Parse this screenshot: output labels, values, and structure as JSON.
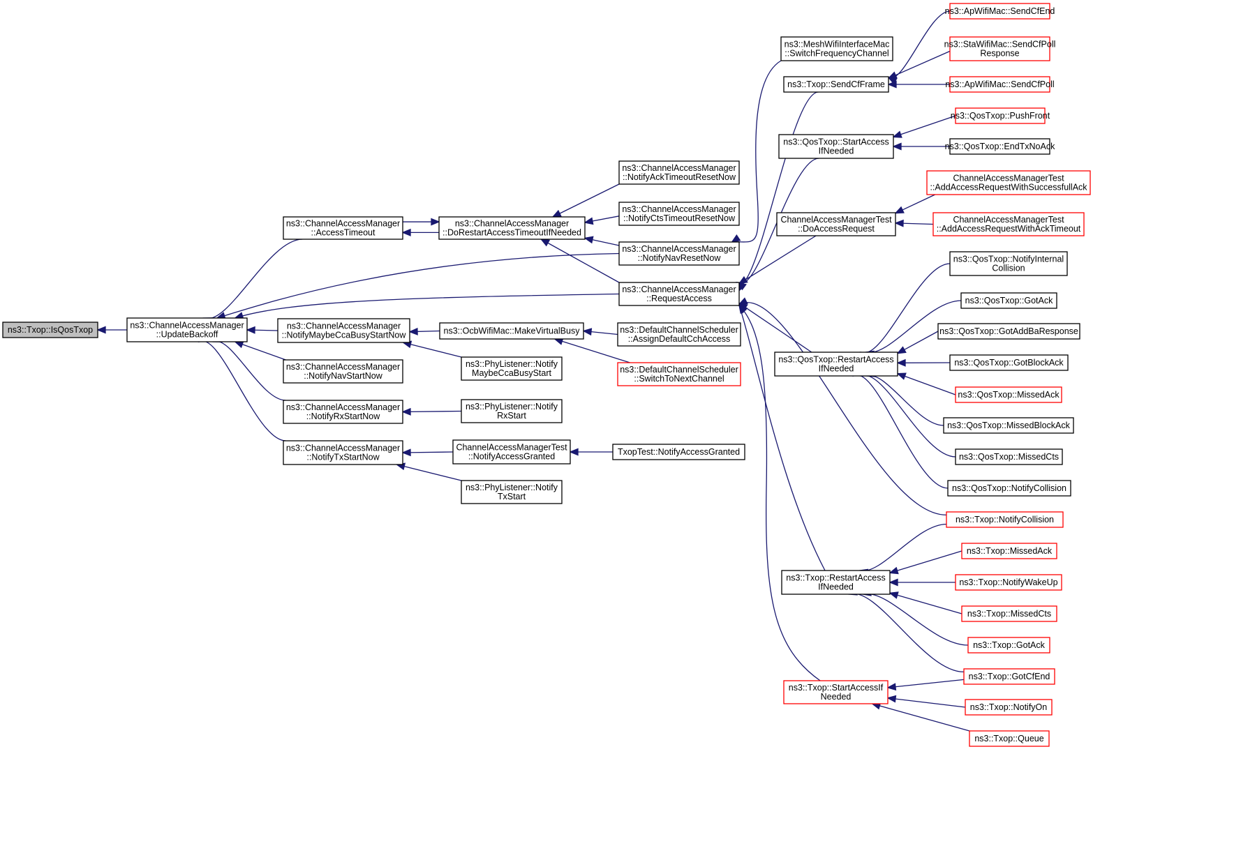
{
  "colors": {
    "edge": "#191970",
    "border_default": "#000000",
    "border_red": "#ff0000",
    "fill_default": "#ffffff",
    "fill_root": "#bfbfbf"
  },
  "nodes": [
    {
      "id": "root",
      "lines": [
        "ns3::Txop::IsQosTxop"
      ],
      "style": "root"
    },
    {
      "id": "updateBackoff",
      "lines": [
        "ns3::ChannelAccessManager",
        "::UpdateBackoff"
      ],
      "style": "default"
    },
    {
      "id": "accessTimeout",
      "lines": [
        "ns3::ChannelAccessManager",
        "::AccessTimeout"
      ],
      "style": "default"
    },
    {
      "id": "notifyMaybeCca",
      "lines": [
        "ns3::ChannelAccessManager",
        "::NotifyMaybeCcaBusyStartNow"
      ],
      "style": "default"
    },
    {
      "id": "notifyNavStart",
      "lines": [
        "ns3::ChannelAccessManager",
        "::NotifyNavStartNow"
      ],
      "style": "default"
    },
    {
      "id": "notifyRxStart",
      "lines": [
        "ns3::ChannelAccessManager",
        "::NotifyRxStartNow"
      ],
      "style": "default"
    },
    {
      "id": "notifyTxStart",
      "lines": [
        "ns3::ChannelAccessManager",
        "::NotifyTxStartNow"
      ],
      "style": "default"
    },
    {
      "id": "doRestart",
      "lines": [
        "ns3::ChannelAccessManager",
        "::DoRestartAccessTimeoutIfNeeded"
      ],
      "style": "default"
    },
    {
      "id": "ocbVirtualBusy",
      "lines": [
        "ns3::OcbWifiMac::MakeVirtualBusy"
      ],
      "style": "default"
    },
    {
      "id": "phyMaybeCca",
      "lines": [
        "ns3::PhyListener::Notify",
        "MaybeCcaBusyStart"
      ],
      "style": "default"
    },
    {
      "id": "phyRxStart",
      "lines": [
        "ns3::PhyListener::Notify",
        "RxStart"
      ],
      "style": "default"
    },
    {
      "id": "camtNotifyGranted",
      "lines": [
        "ChannelAccessManagerTest",
        "::NotifyAccessGranted"
      ],
      "style": "default"
    },
    {
      "id": "phyTxStart",
      "lines": [
        "ns3::PhyListener::Notify",
        "TxStart"
      ],
      "style": "default"
    },
    {
      "id": "notifyAckTimeout",
      "lines": [
        "ns3::ChannelAccessManager",
        "::NotifyAckTimeoutResetNow"
      ],
      "style": "default"
    },
    {
      "id": "notifyCtsTimeout",
      "lines": [
        "ns3::ChannelAccessManager",
        "::NotifyCtsTimeoutResetNow"
      ],
      "style": "default"
    },
    {
      "id": "notifyNavReset",
      "lines": [
        "ns3::ChannelAccessManager",
        "::NotifyNavResetNow"
      ],
      "style": "default"
    },
    {
      "id": "requestAccess",
      "lines": [
        "ns3::ChannelAccessManager",
        "::RequestAccess"
      ],
      "style": "default"
    },
    {
      "id": "defAssignCch",
      "lines": [
        "ns3::DefaultChannelScheduler",
        "::AssignDefaultCchAccess"
      ],
      "style": "default"
    },
    {
      "id": "defSwitchNext",
      "lines": [
        "ns3::DefaultChannelScheduler",
        "::SwitchToNextChannel"
      ],
      "style": "red"
    },
    {
      "id": "txopTestGranted",
      "lines": [
        "TxopTest::NotifyAccessGranted"
      ],
      "style": "default"
    },
    {
      "id": "meshSwitchFreq",
      "lines": [
        "ns3::MeshWifiInterfaceMac",
        "::SwitchFrequencyChannel"
      ],
      "style": "default"
    },
    {
      "id": "txopSendCf",
      "lines": [
        "ns3::Txop::SendCfFrame"
      ],
      "style": "default"
    },
    {
      "id": "qosStartAccess",
      "lines": [
        "ns3::QosTxop::StartAccess",
        "IfNeeded"
      ],
      "style": "default"
    },
    {
      "id": "camtDoAccess",
      "lines": [
        "ChannelAccessManagerTest",
        "::DoAccessRequest"
      ],
      "style": "default"
    },
    {
      "id": "qosRestart",
      "lines": [
        "ns3::QosTxop::RestartAccess",
        "IfNeeded"
      ],
      "style": "default"
    },
    {
      "id": "txopRestart",
      "lines": [
        "ns3::Txop::RestartAccess",
        "IfNeeded"
      ],
      "style": "default"
    },
    {
      "id": "txopStartAccess",
      "lines": [
        "ns3::Txop::StartAccessIf",
        "Needed"
      ],
      "style": "red"
    },
    {
      "id": "apSendCfEnd",
      "lines": [
        "ns3::ApWifiMac::SendCfEnd"
      ],
      "style": "red"
    },
    {
      "id": "staSendCfPoll",
      "lines": [
        "ns3::StaWifiMac::SendCfPoll",
        "Response"
      ],
      "style": "red"
    },
    {
      "id": "apSendCfPoll",
      "lines": [
        "ns3::ApWifiMac::SendCfPoll"
      ],
      "style": "red"
    },
    {
      "id": "qosPushFront",
      "lines": [
        "ns3::QosTxop::PushFront"
      ],
      "style": "red"
    },
    {
      "id": "qosEndTxNoAck",
      "lines": [
        "ns3::QosTxop::EndTxNoAck"
      ],
      "style": "default"
    },
    {
      "id": "camtSuccess",
      "lines": [
        "ChannelAccessManagerTest",
        "::AddAccessRequestWithSuccessfullAck"
      ],
      "style": "red"
    },
    {
      "id": "camtAckTimeout",
      "lines": [
        "ChannelAccessManagerTest",
        "::AddAccessRequestWithAckTimeout"
      ],
      "style": "red"
    },
    {
      "id": "qosNotifyIntColl",
      "lines": [
        "ns3::QosTxop::NotifyInternal",
        "Collision"
      ],
      "style": "default"
    },
    {
      "id": "qosGotAck",
      "lines": [
        "ns3::QosTxop::GotAck"
      ],
      "style": "default"
    },
    {
      "id": "qosGotAddBa",
      "lines": [
        "ns3::QosTxop::GotAddBaResponse"
      ],
      "style": "default"
    },
    {
      "id": "qosGotBlockAck",
      "lines": [
        "ns3::QosTxop::GotBlockAck"
      ],
      "style": "default"
    },
    {
      "id": "qosMissedAck",
      "lines": [
        "ns3::QosTxop::MissedAck"
      ],
      "style": "red"
    },
    {
      "id": "qosMissedBlockAck",
      "lines": [
        "ns3::QosTxop::MissedBlockAck"
      ],
      "style": "default"
    },
    {
      "id": "qosMissedCts",
      "lines": [
        "ns3::QosTxop::MissedCts"
      ],
      "style": "default"
    },
    {
      "id": "qosNotifyColl",
      "lines": [
        "ns3::QosTxop::NotifyCollision"
      ],
      "style": "default"
    },
    {
      "id": "txopNotifyColl",
      "lines": [
        "ns3::Txop::NotifyCollision"
      ],
      "style": "red"
    },
    {
      "id": "txopMissedAck",
      "lines": [
        "ns3::Txop::MissedAck"
      ],
      "style": "red"
    },
    {
      "id": "txopNotifyWakeUp",
      "lines": [
        "ns3::Txop::NotifyWakeUp"
      ],
      "style": "red"
    },
    {
      "id": "txopMissedCts",
      "lines": [
        "ns3::Txop::MissedCts"
      ],
      "style": "red"
    },
    {
      "id": "txopGotAck",
      "lines": [
        "ns3::Txop::GotAck"
      ],
      "style": "red"
    },
    {
      "id": "txopGotCfEnd",
      "lines": [
        "ns3::Txop::GotCfEnd"
      ],
      "style": "red"
    },
    {
      "id": "txopNotifyOn",
      "lines": [
        "ns3::Txop::NotifyOn"
      ],
      "style": "red"
    },
    {
      "id": "txopQueue",
      "lines": [
        "ns3::Txop::Queue"
      ],
      "style": "red"
    }
  ],
  "edges": [
    {
      "from": "updateBackoff",
      "to": "root"
    },
    {
      "from": "accessTimeout",
      "to": "updateBackoff"
    },
    {
      "from": "notifyMaybeCca",
      "to": "updateBackoff"
    },
    {
      "from": "notifyNavStart",
      "to": "updateBackoff"
    },
    {
      "from": "notifyRxStart",
      "to": "updateBackoff"
    },
    {
      "from": "notifyTxStart",
      "to": "updateBackoff"
    },
    {
      "from": "notifyNavReset",
      "to": "updateBackoff"
    },
    {
      "from": "requestAccess",
      "to": "updateBackoff"
    },
    {
      "from": "doRestart",
      "to": "accessTimeout"
    },
    {
      "from": "accessTimeout",
      "to": "doRestart"
    },
    {
      "from": "notifyAckTimeout",
      "to": "doRestart"
    },
    {
      "from": "notifyCtsTimeout",
      "to": "doRestart"
    },
    {
      "from": "notifyNavReset",
      "to": "doRestart"
    },
    {
      "from": "requestAccess",
      "to": "doRestart"
    },
    {
      "from": "ocbVirtualBusy",
      "to": "notifyMaybeCca"
    },
    {
      "from": "phyMaybeCca",
      "to": "notifyMaybeCca"
    },
    {
      "from": "phyRxStart",
      "to": "notifyRxStart"
    },
    {
      "from": "camtNotifyGranted",
      "to": "notifyTxStart"
    },
    {
      "from": "phyTxStart",
      "to": "notifyTxStart"
    },
    {
      "from": "defAssignCch",
      "to": "ocbVirtualBusy"
    },
    {
      "from": "defSwitchNext",
      "to": "ocbVirtualBusy"
    },
    {
      "from": "txopTestGranted",
      "to": "camtNotifyGranted"
    },
    {
      "from": "meshSwitchFreq",
      "to": "notifyNavReset"
    },
    {
      "from": "txopSendCf",
      "to": "requestAccess"
    },
    {
      "from": "qosStartAccess",
      "to": "requestAccess"
    },
    {
      "from": "camtDoAccess",
      "to": "requestAccess"
    },
    {
      "from": "qosRestart",
      "to": "requestAccess"
    },
    {
      "from": "txopNotifyColl",
      "to": "requestAccess"
    },
    {
      "from": "txopRestart",
      "to": "requestAccess"
    },
    {
      "from": "txopStartAccess",
      "to": "requestAccess"
    },
    {
      "from": "apSendCfEnd",
      "to": "txopSendCf"
    },
    {
      "from": "staSendCfPoll",
      "to": "txopSendCf"
    },
    {
      "from": "apSendCfPoll",
      "to": "txopSendCf"
    },
    {
      "from": "qosPushFront",
      "to": "qosStartAccess"
    },
    {
      "from": "qosEndTxNoAck",
      "to": "qosStartAccess"
    },
    {
      "from": "camtSuccess",
      "to": "camtDoAccess"
    },
    {
      "from": "camtAckTimeout",
      "to": "camtDoAccess"
    },
    {
      "from": "qosNotifyIntColl",
      "to": "qosRestart"
    },
    {
      "from": "qosGotAck",
      "to": "qosRestart"
    },
    {
      "from": "qosGotAddBa",
      "to": "qosRestart"
    },
    {
      "from": "qosGotBlockAck",
      "to": "qosRestart"
    },
    {
      "from": "qosMissedAck",
      "to": "qosRestart"
    },
    {
      "from": "qosMissedBlockAck",
      "to": "qosRestart"
    },
    {
      "from": "qosMissedCts",
      "to": "qosRestart"
    },
    {
      "from": "qosNotifyColl",
      "to": "qosRestart"
    },
    {
      "from": "txopNotifyColl",
      "to": "txopRestart"
    },
    {
      "from": "txopMissedAck",
      "to": "txopRestart"
    },
    {
      "from": "txopNotifyWakeUp",
      "to": "txopRestart"
    },
    {
      "from": "txopMissedCts",
      "to": "txopRestart"
    },
    {
      "from": "txopGotAck",
      "to": "txopRestart"
    },
    {
      "from": "txopGotCfEnd",
      "to": "txopRestart"
    },
    {
      "from": "txopGotCfEnd",
      "to": "txopStartAccess"
    },
    {
      "from": "txopNotifyOn",
      "to": "txopStartAccess"
    },
    {
      "from": "txopQueue",
      "to": "txopStartAccess"
    }
  ]
}
